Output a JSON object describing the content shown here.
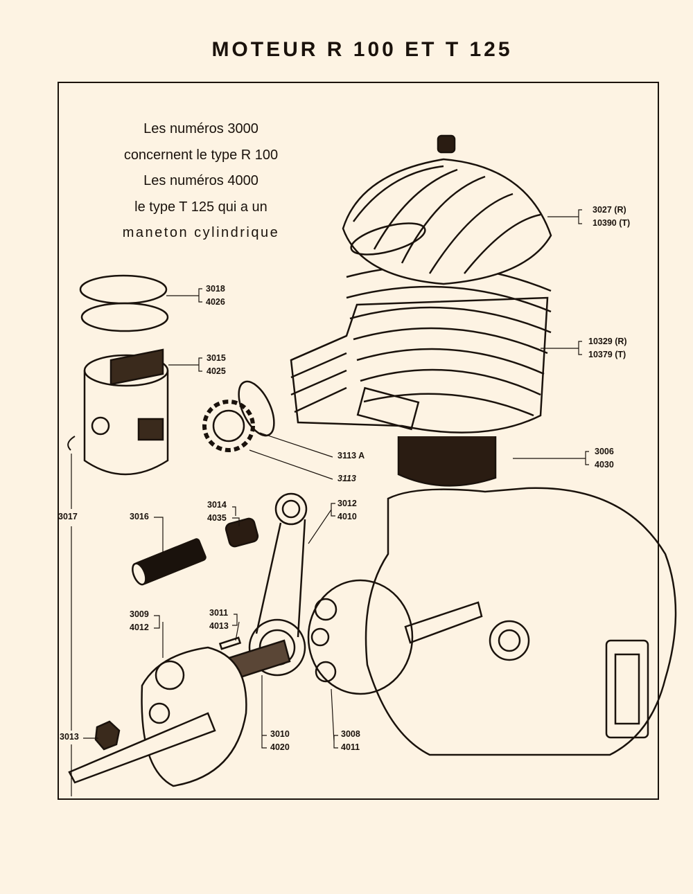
{
  "title": "MOTEUR R 100 ET T 125",
  "note": [
    "Les numéros 3000",
    "concernent le type R 100",
    "Les numéros 4000",
    "le type T 125 qui a un",
    "maneton cylindrique"
  ],
  "callouts": {
    "cylinder_head": [
      "3027 (R)",
      "10390 (T)"
    ],
    "cylinder": [
      "10329 (R)",
      "10379 (T)"
    ],
    "cylinder_base": [
      "3006",
      "4030"
    ],
    "piston_rings": [
      "3018",
      "4026"
    ],
    "piston": [
      "3015",
      "4025"
    ],
    "exhaust_ring": [
      "3113 A"
    ],
    "exhaust_nut": [
      "3113"
    ],
    "circlip": [
      "3017"
    ],
    "piston_pin": [
      "3016"
    ],
    "small_end_bush": [
      "3014",
      "4035"
    ],
    "connecting_rod": [
      "3012",
      "4010"
    ],
    "left_flywheel": [
      "3009",
      "4012"
    ],
    "key": [
      "3011",
      "4013"
    ],
    "crankshaft_nut": [
      "3013"
    ],
    "crankpin": [
      "3010",
      "4020"
    ],
    "right_flywheel": [
      "3008",
      "4011"
    ]
  }
}
